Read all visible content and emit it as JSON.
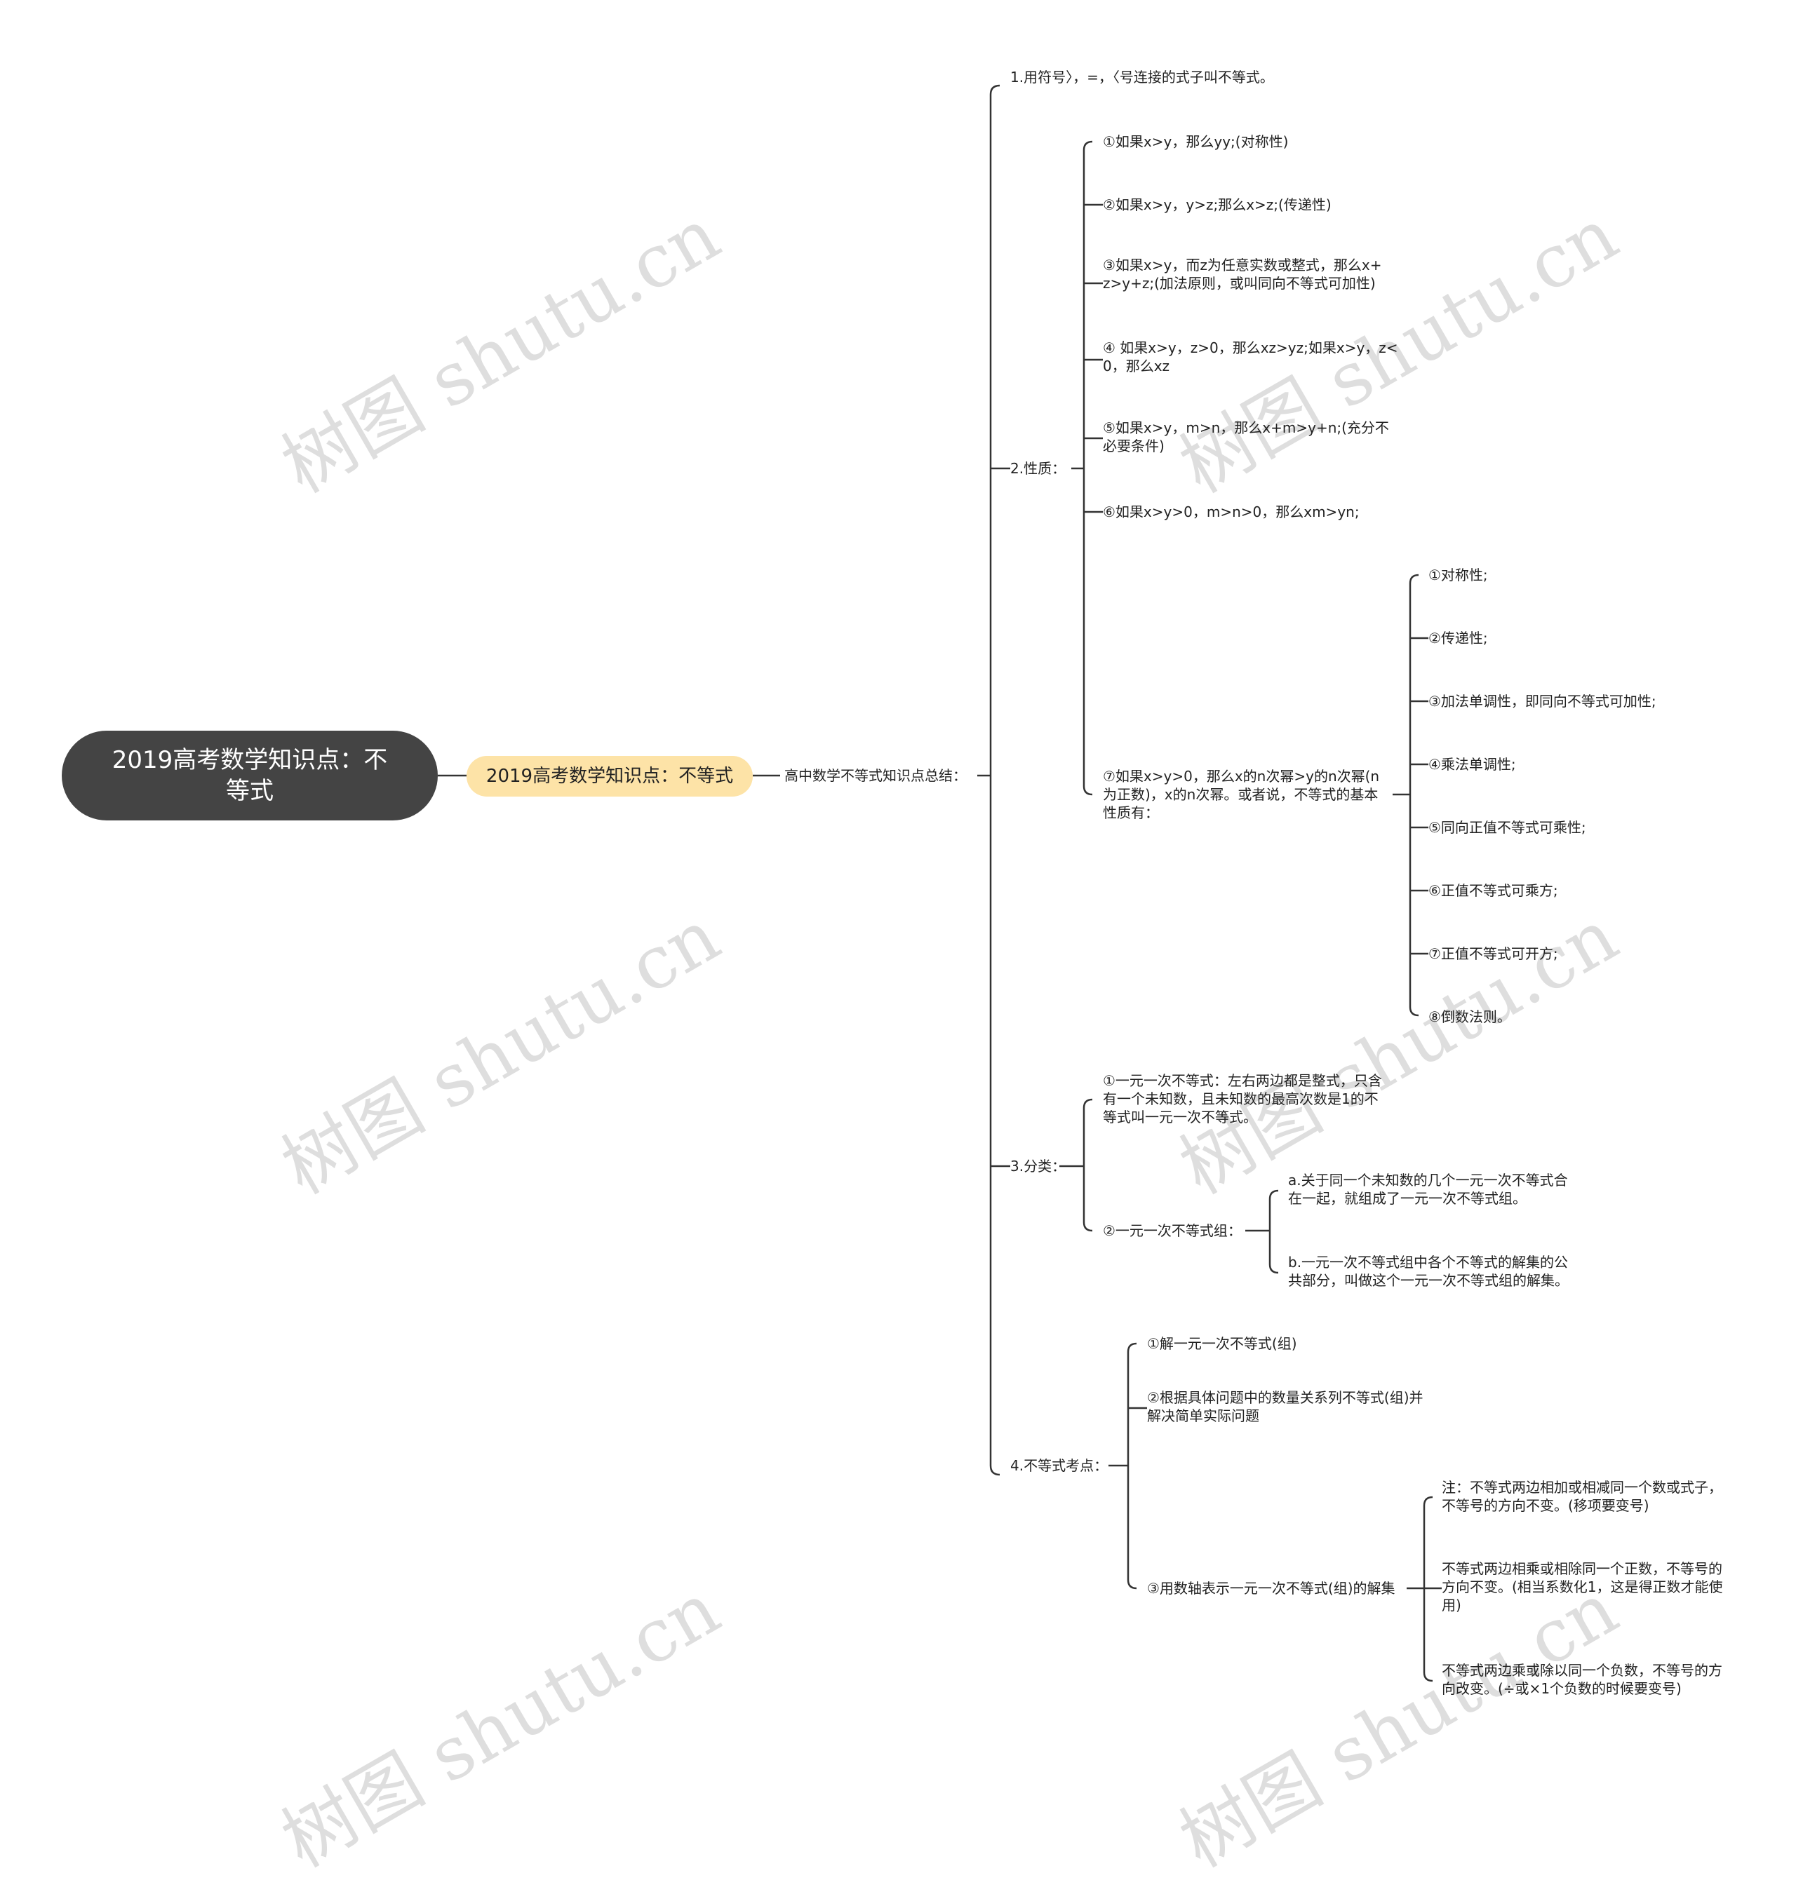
{
  "root": {
    "title": "2019高考数学知识点：不等式"
  },
  "main_topic": "2019高考数学知识点：不等式",
  "summary": "高中数学不等式知识点总结：",
  "branches": {
    "b1": "1.用符号〉，=，〈号连接的式子叫不等式。",
    "b2": {
      "label": "2.性质：",
      "items": [
        "①如果x>y，那么yy;(对称性)",
        "②如果x>y，y>z;那么x>z;(传递性)",
        "③如果x>y，而z为任意实数或整式，那么x+\nz>y+z;(加法原则，或叫同向不等式可加性)",
        "④ 如果x>y，z>0，那么xz>yz;如果x>y，z<\n0，那么xz",
        "⑤如果x>y，m>n，那么x+m>y+n;(充分不\n必要条件)",
        "⑥如果x>y>0，m>n>0，那么xm>yn;",
        "⑦如果x>y>0，那么x的n次幂>y的n次幂(n\n为正数)，x的n次幂。或者说，不等式的基本\n性质有："
      ],
      "sub7": [
        "①对称性;",
        "②传递性;",
        "③加法单调性，即同向不等式可加性;",
        "④乘法单调性;",
        "⑤同向正值不等式可乘性;",
        "⑥正值不等式可乘方;",
        "⑦正值不等式可开方;",
        "⑧倒数法则。"
      ]
    },
    "b3": {
      "label": "3.分类：",
      "item1": "①一元一次不等式：左右两边都是整式，只含\n有一个未知数，且未知数的最高次数是1的不\n等式叫一元一次不等式。",
      "item2": "②一元一次不等式组：",
      "sub2": [
        "a.关于同一个未知数的几个一元一次不等式合\n在一起，就组成了一元一次不等式组。",
        "b.一元一次不等式组中各个不等式的解集的公\n共部分，叫做这个一元一次不等式组的解集。"
      ]
    },
    "b4": {
      "label": "4.不等式考点：",
      "items": [
        "①解一元一次不等式(组)",
        "②根据具体问题中的数量关系列不等式(组)并\n解决简单实际问题",
        "③用数轴表示一元一次不等式(组)的解集"
      ],
      "sub3": [
        "注：不等式两边相加或相减同一个数或式子，\n不等号的方向不变。(移项要变号)",
        "不等式两边相乘或相除同一个正数，不等号的\n方向不变。(相当系数化1，这是得正数才能使\n用)",
        "不等式两边乘或除以同一个负数，不等号的方\n向改变。(÷或×1个负数的时候要变号)"
      ]
    }
  },
  "watermark": "树图 shutu.cn",
  "colors": {
    "root_bg": "#444444",
    "main_bg": "#fde3a7",
    "line": "#333333"
  }
}
